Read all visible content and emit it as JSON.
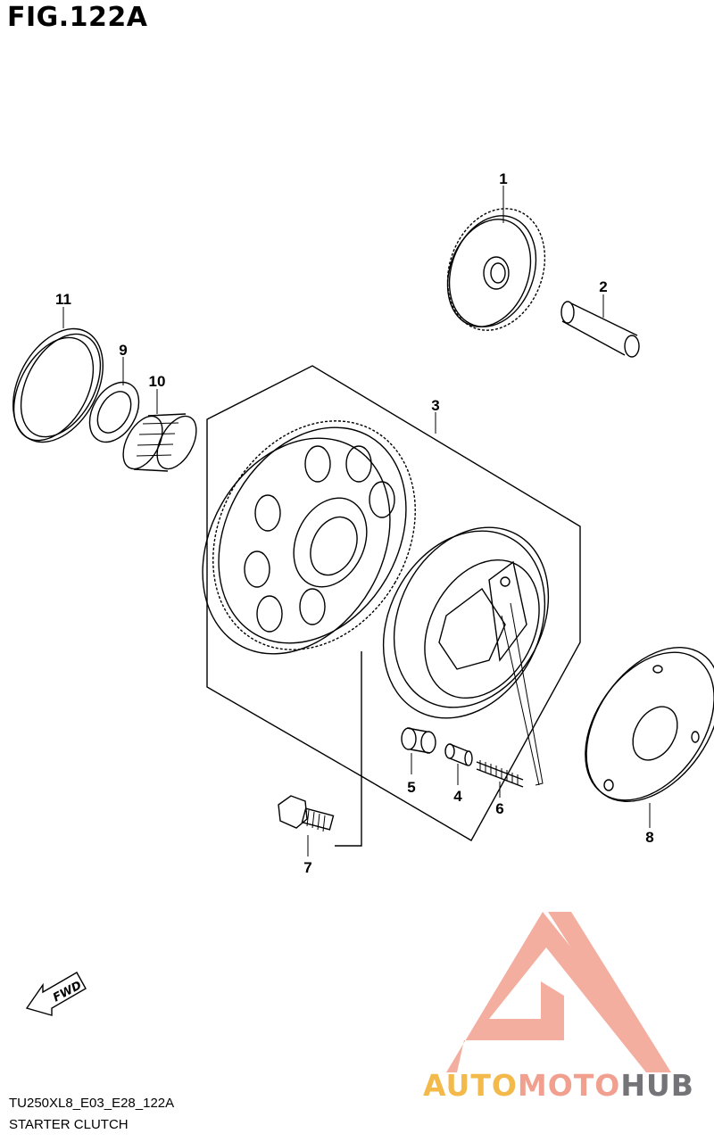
{
  "figure": {
    "title": "FIG.122A",
    "model_code": "TU250XL8_E03_E28_122A",
    "caption": "STARTER CLUTCH"
  },
  "callouts": [
    {
      "id": "1",
      "part": "gear"
    },
    {
      "id": "2",
      "part": "shaft"
    },
    {
      "id": "3",
      "part": "starter-clutch-assembly"
    },
    {
      "id": "4",
      "part": "roller-pin"
    },
    {
      "id": "5",
      "part": "roller"
    },
    {
      "id": "6",
      "part": "spring"
    },
    {
      "id": "7",
      "part": "bolt"
    },
    {
      "id": "8",
      "part": "plate"
    },
    {
      "id": "9",
      "part": "washer"
    },
    {
      "id": "10",
      "part": "needle-bearing"
    },
    {
      "id": "11",
      "part": "ring"
    }
  ],
  "fwd_arrow": {
    "label": "FWD"
  },
  "watermark": {
    "part1": "AUTO",
    "part2": "MOTO",
    "part3": "HUB",
    "colors": {
      "auto": "#f3b94a",
      "moto": "#f1a08f",
      "hub": "#747478",
      "logo": "#f1a08f"
    }
  }
}
